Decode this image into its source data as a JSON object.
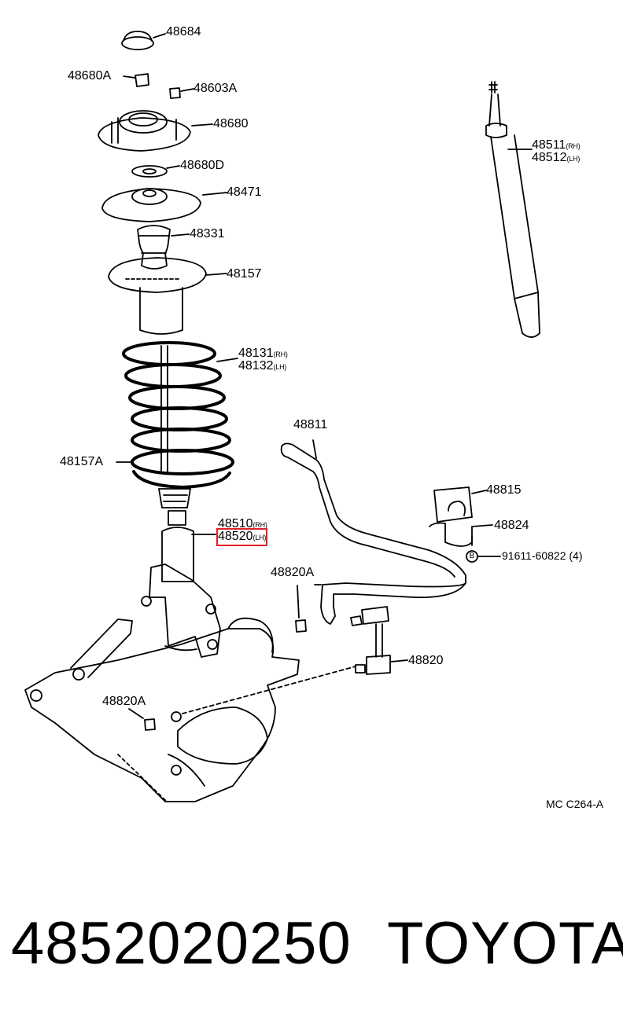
{
  "labels": {
    "p48684": "48684",
    "p48680A": "48680A",
    "p48603A": "48603A",
    "p48680": "48680",
    "p48680D": "48680D",
    "p48471": "48471",
    "p48331": "48331",
    "p48157": "48157",
    "p48131": "48131",
    "p48131_suffix": "(RH)",
    "p48132": "48132",
    "p48132_suffix": "(LH)",
    "p48157A": "48157A",
    "p48510": "48510",
    "p48510_suffix": "(RH)",
    "p48520": "48520",
    "p48520_suffix": "(LH)",
    "p48511": "48511",
    "p48511_suffix": "(RH)",
    "p48512": "48512",
    "p48512_suffix": "(LH)",
    "p48811": "48811",
    "p48815": "48815",
    "p48824": "48824",
    "p91611_marker": "B",
    "p91611": "91611-60822",
    "p91611_qty": "(4)",
    "p48820A_top": "48820A",
    "p48820": "48820",
    "p48820A_bottom": "48820A"
  },
  "reference_code": "MC C264-A",
  "part_number": "4852020250",
  "brand": "TOYOTA",
  "highlight_color": "#e21f26"
}
